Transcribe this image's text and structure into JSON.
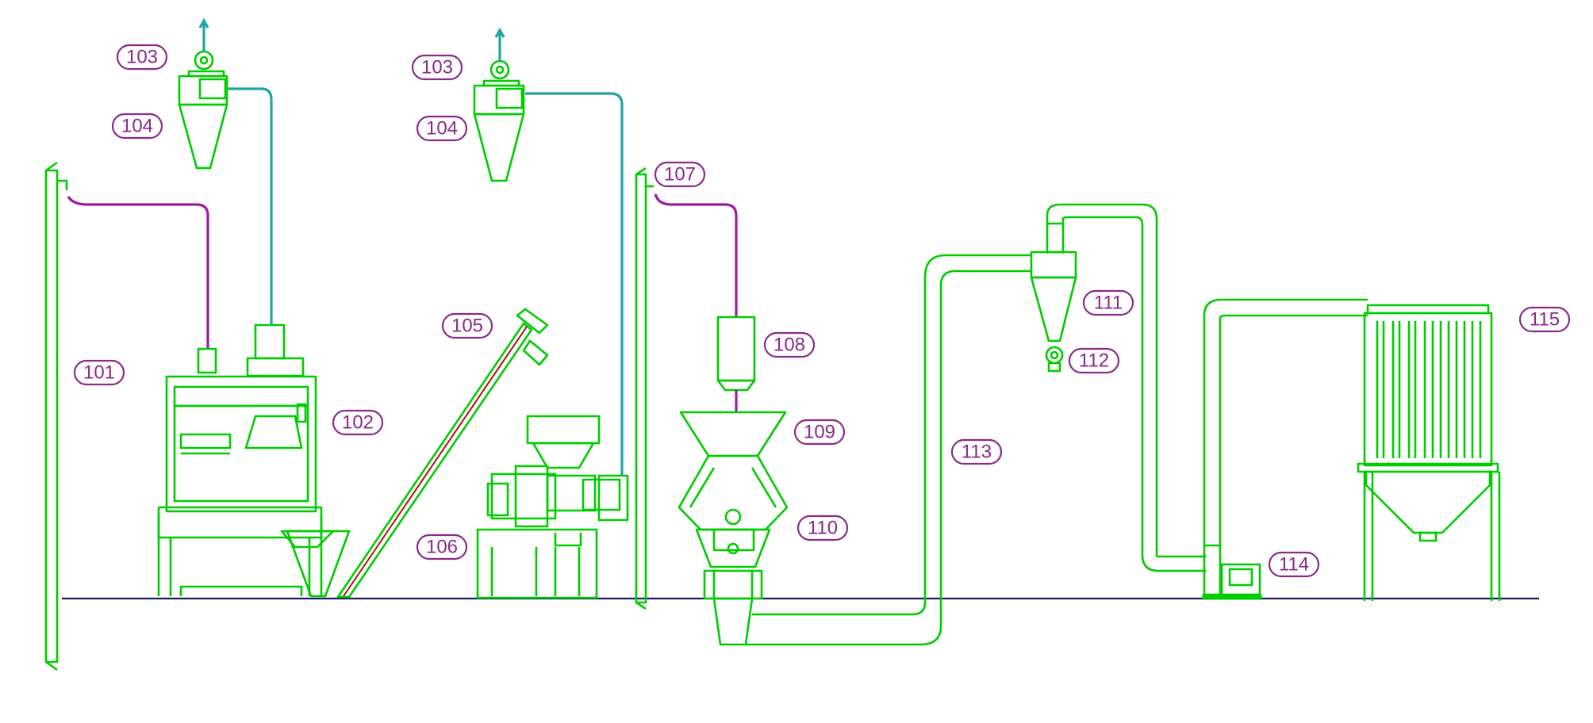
{
  "diagram": {
    "labels": [
      {
        "id": "l101",
        "text": "101"
      },
      {
        "id": "l102",
        "text": "102"
      },
      {
        "id": "l103a",
        "text": "103"
      },
      {
        "id": "l103b",
        "text": "103"
      },
      {
        "id": "l104a",
        "text": "104"
      },
      {
        "id": "l104b",
        "text": "104"
      },
      {
        "id": "l105",
        "text": "105"
      },
      {
        "id": "l106",
        "text": "106"
      },
      {
        "id": "l107",
        "text": "107"
      },
      {
        "id": "l108",
        "text": "108"
      },
      {
        "id": "l109",
        "text": "109"
      },
      {
        "id": "l110",
        "text": "110"
      },
      {
        "id": "l111",
        "text": "111"
      },
      {
        "id": "l112",
        "text": "112"
      },
      {
        "id": "l113",
        "text": "113"
      },
      {
        "id": "l114",
        "text": "114"
      },
      {
        "id": "l115",
        "text": "115"
      }
    ],
    "colors": {
      "equipment": "#00cc00",
      "duct_primary": "#9a1fa0",
      "duct_secondary": "#21a3a3",
      "floor": "#1a1a66",
      "tag": "#8a2a8a"
    }
  }
}
